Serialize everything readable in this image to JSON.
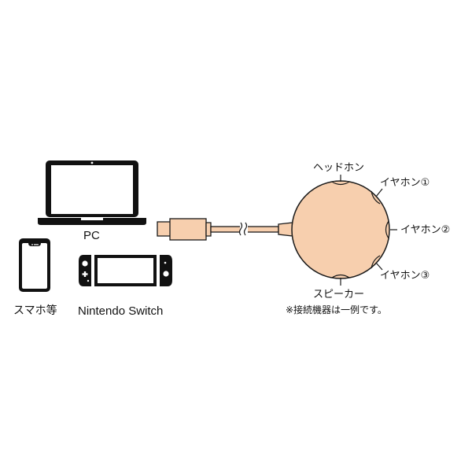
{
  "devices": {
    "pc": {
      "label": "PC",
      "icon": "laptop-icon"
    },
    "smartphone": {
      "label": "スマホ等",
      "icon": "smartphone-icon"
    },
    "switch": {
      "label": "Nintendo Switch",
      "icon": "game-console-icon"
    }
  },
  "cable": {
    "connector": "usb-c-plug-icon",
    "break": "cable-break-icon"
  },
  "hub": {
    "ports": [
      {
        "label": "ヘッドホン"
      },
      {
        "label": "イヤホン①"
      },
      {
        "label": "イヤホン②"
      },
      {
        "label": "イヤホン③"
      },
      {
        "label": "スピーカー"
      }
    ],
    "note": "※接続機器は一例です。"
  },
  "colors": {
    "peach": "#F7CFAE",
    "outline": "#1a1a1a",
    "background": "#FFFFFF"
  }
}
